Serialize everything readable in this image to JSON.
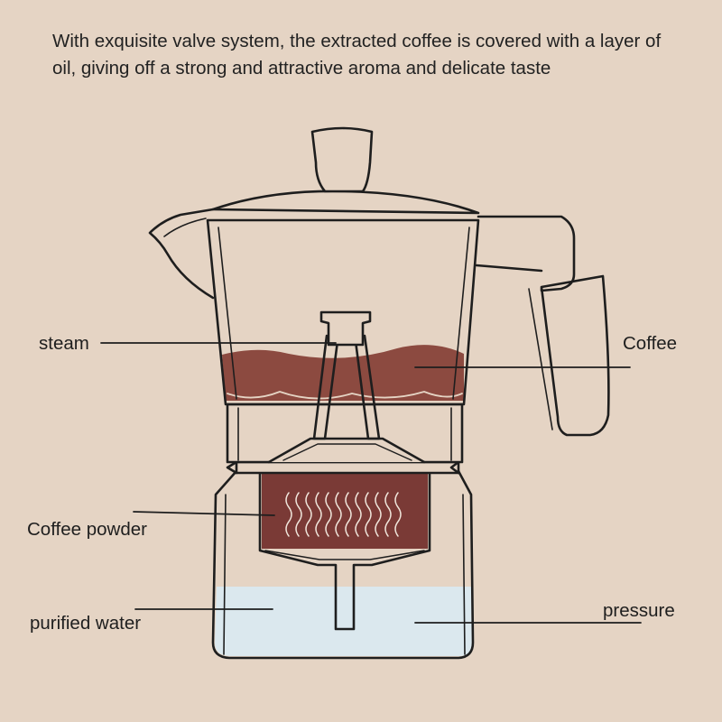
{
  "intro": {
    "text": "With exquisite valve system, the extracted coffee is covered with a layer of oil, giving off a strong and attractive aroma and delicate taste"
  },
  "labels": {
    "steam": "steam",
    "coffee": "Coffee",
    "coffee_powder": "Coffee powder",
    "purified_water": "purified water",
    "pressure": "pressure"
  },
  "colors": {
    "background": "#e5d4c4",
    "outline": "#1e1e1e",
    "coffee_liquid": "#8c4a40",
    "coffee_powder": "#7a3a36",
    "water": "#dbe8ee"
  }
}
